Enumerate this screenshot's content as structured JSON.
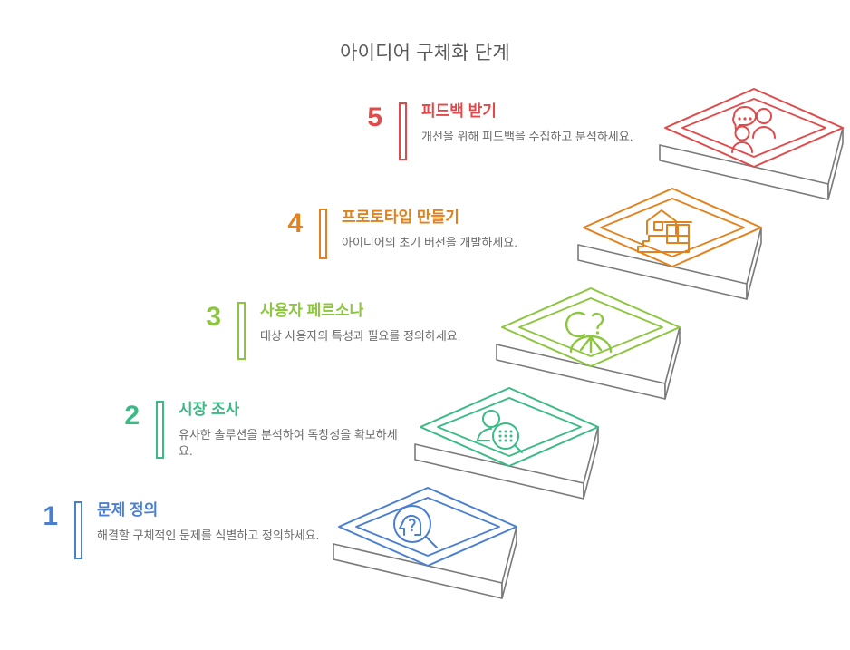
{
  "title": "아이디어 구체화 단계",
  "colors": {
    "step1": "#4a7fd0",
    "step2": "#3bba85",
    "step3": "#8cc63e",
    "step4": "#e2821f",
    "step5": "#e04a4a",
    "riser": "#7a7a7a",
    "title_text": "#595959",
    "desc_text": "#6b6b6b"
  },
  "steps": [
    {
      "number": "1",
      "title": "문제 정의",
      "description": "해결할 구체적인 문제를 식별하고 정의하세요.",
      "icon": "head-question-magnifier-icon",
      "color": "#4a7fd0"
    },
    {
      "number": "2",
      "title": "시장 조사",
      "description": "유사한 솔루션을 분석하여 독창성을 확보하세요.",
      "icon": "user-research-magnifier-icon",
      "color": "#3bba85"
    },
    {
      "number": "3",
      "title": "사용자 페르소나",
      "description": "대상 사용자의 특성과 필요를 정의하세요.",
      "icon": "person-question-persona-icon",
      "color": "#8cc63e"
    },
    {
      "number": "4",
      "title": "프로토타입 만들기",
      "description": "아이디어의 초기 버전을 개발하세요.",
      "icon": "prototype-building-blocks-icon",
      "color": "#e2821f"
    },
    {
      "number": "5",
      "title": "피드백 받기",
      "description": "개선을 위해 피드백을 수집하고 분석하세요.",
      "icon": "people-speech-bubble-feedback-icon",
      "color": "#e04a4a"
    }
  ],
  "chart_data": {
    "type": "diagram",
    "title": "아이디어 구체화 단계",
    "layout": "isometric-ascending-staircase",
    "direction": "bottom-left to top-right",
    "step_count": 5,
    "categories": [
      "문제 정의",
      "시장 조사",
      "사용자 페르소나",
      "프로토타입 만들기",
      "피드백 받기"
    ],
    "values": [
      1,
      2,
      3,
      4,
      5
    ]
  }
}
